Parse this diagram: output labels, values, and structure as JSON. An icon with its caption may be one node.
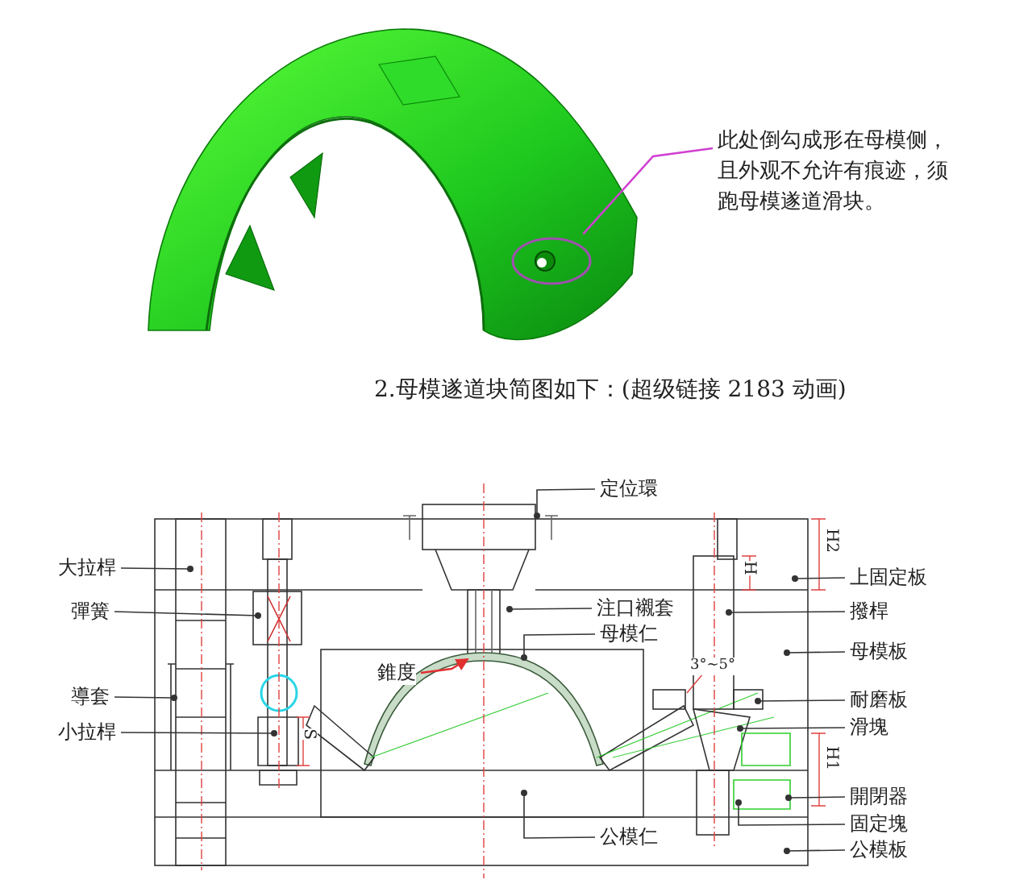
{
  "diagram": {
    "title": "2.母模遂道块简图如下：(超级链接 2183 动画)",
    "nodes": [
      {
        "text": [
          "此处倒勾成形在母模侧，且外观不允许有痕迹，须跑母模遂道滑块。"
        ]
      },
      {
        "text": [],
        "shape": "picture"
      },
      {
        "text": [
          "定位環"
        ]
      },
      {
        "text": [
          "大拉桿"
        ]
      },
      {
        "text": [
          "彈簧"
        ]
      },
      {
        "text": [
          "上固定板"
        ]
      },
      {
        "text": [
          "撥桿"
        ]
      },
      {
        "text": [
          "注口襯套"
        ]
      },
      {
        "text": [
          "母模仁"
        ]
      },
      {
        "text": [
          "母模板"
        ]
      },
      {
        "text": [
          "錐度"
        ]
      },
      {
        "text": [
          "導套"
        ]
      },
      {
        "text": [
          "耐磨板"
        ]
      },
      {
        "text": [
          "滑塊"
        ]
      },
      {
        "text": [
          "小拉桿"
        ]
      },
      {
        "text": [
          "開閉器"
        ]
      },
      {
        "text": [
          "固定塊"
        ]
      },
      {
        "text": [
          "公模仁"
        ]
      },
      {
        "text": [
          "公模板"
        ]
      }
    ],
    "edges": [
      {
        "from": 0,
        "to": 1,
        "arrow": "none",
        "color": "#d040d0"
      },
      {
        "from": 2,
        "to": null,
        "arrow": "other"
      },
      {
        "from": 3,
        "to": null,
        "arrow": "other"
      },
      {
        "from": 4,
        "to": null,
        "arrow": "other"
      },
      {
        "from": 5,
        "to": null,
        "arrow": "other"
      },
      {
        "from": 6,
        "to": null,
        "arrow": "other"
      },
      {
        "from": 7,
        "to": null,
        "arrow": "other"
      },
      {
        "from": 8,
        "to": null,
        "arrow": "other"
      },
      {
        "from": 9,
        "to": null,
        "arrow": "other"
      },
      {
        "from": 10,
        "to": null,
        "arrow": "to",
        "color": "#e03030"
      },
      {
        "from": 11,
        "to": null,
        "arrow": "other"
      },
      {
        "from": 12,
        "to": null,
        "arrow": "other"
      },
      {
        "from": 13,
        "to": null,
        "arrow": "other"
      },
      {
        "from": 14,
        "to": null,
        "arrow": "other"
      },
      {
        "from": 15,
        "to": null,
        "arrow": "other"
      },
      {
        "from": 16,
        "to": null,
        "arrow": "other"
      },
      {
        "from": 17,
        "to": null,
        "arrow": "other"
      },
      {
        "from": 18,
        "to": null,
        "arrow": "other"
      }
    ],
    "labels": [
      "3°~5°",
      "H2",
      "H",
      "H1",
      "S"
    ]
  }
}
